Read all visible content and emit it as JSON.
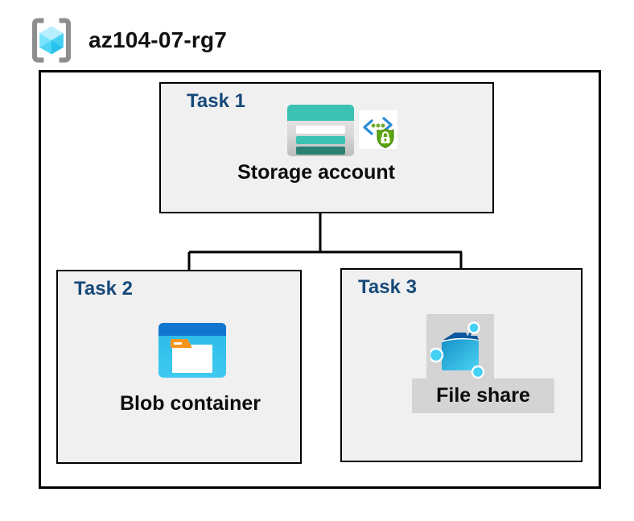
{
  "header": {
    "resource_group_name": "az104-07-rg7",
    "icon": "resource-group-icon"
  },
  "diagram": {
    "tasks": [
      {
        "label": "Task 1",
        "resource": "Storage account",
        "icons": [
          "storage-account-icon",
          "code-lock-shield-icon"
        ]
      },
      {
        "label": "Task 2",
        "resource": "Blob container",
        "icons": [
          "blob-container-icon"
        ]
      },
      {
        "label": "Task 3",
        "resource": "File share",
        "icons": [
          "file-share-icon"
        ]
      }
    ],
    "connections": [
      {
        "from": "Storage account",
        "to": "Blob container"
      },
      {
        "from": "Storage account",
        "to": "File share"
      }
    ]
  },
  "colors": {
    "task_label_navy": "#17497A",
    "box_fill_gray": "#F0F0F0",
    "border_black": "#000000",
    "storage_teal": "#3BC2B2",
    "storage_teal_dark": "#2A8174",
    "blob_bar_blue": "#1176D0",
    "blob_body_blue": "#35C3EE",
    "folder_tab_orange": "#F7941E",
    "fileshare_folder_blue": "#1E9FD6",
    "fileshare_node_blue": "#43D1F5",
    "shield_green": "#5CA60C",
    "chevron_blue": "#2E8DD6",
    "gray_highlight": "#D4D4D4",
    "cube_light_blue": "#7BE4FD"
  }
}
